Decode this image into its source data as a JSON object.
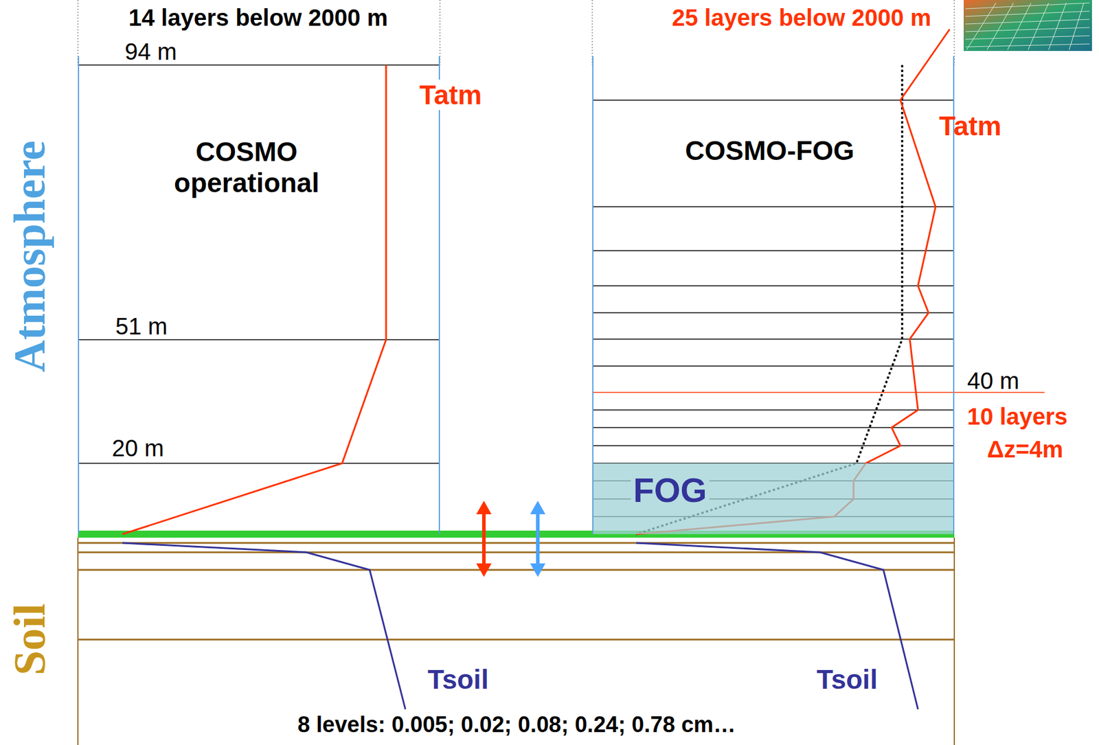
{
  "diagram": {
    "nodes": [
      {
        "text": [
          "COSMO operational"
        ]
      },
      {
        "text": [
          "COSMO-FOG"
        ]
      },
      {
        "text": [
          "FOG"
        ],
        "in": 1
      }
    ],
    "labels": [
      "14 layers below 2000 m",
      "94 m",
      "Tatm",
      "51 m",
      "20 m",
      "25 layers below 2000 m",
      "Tatm",
      "40 m",
      "10 layers",
      "Δz=4m",
      "Atmosphere",
      "Soil",
      "Tsoil",
      "Tsoil",
      "8 levels: 0.005; 0.02; 0.08; 0.24; 0.78 cm…"
    ]
  }
}
